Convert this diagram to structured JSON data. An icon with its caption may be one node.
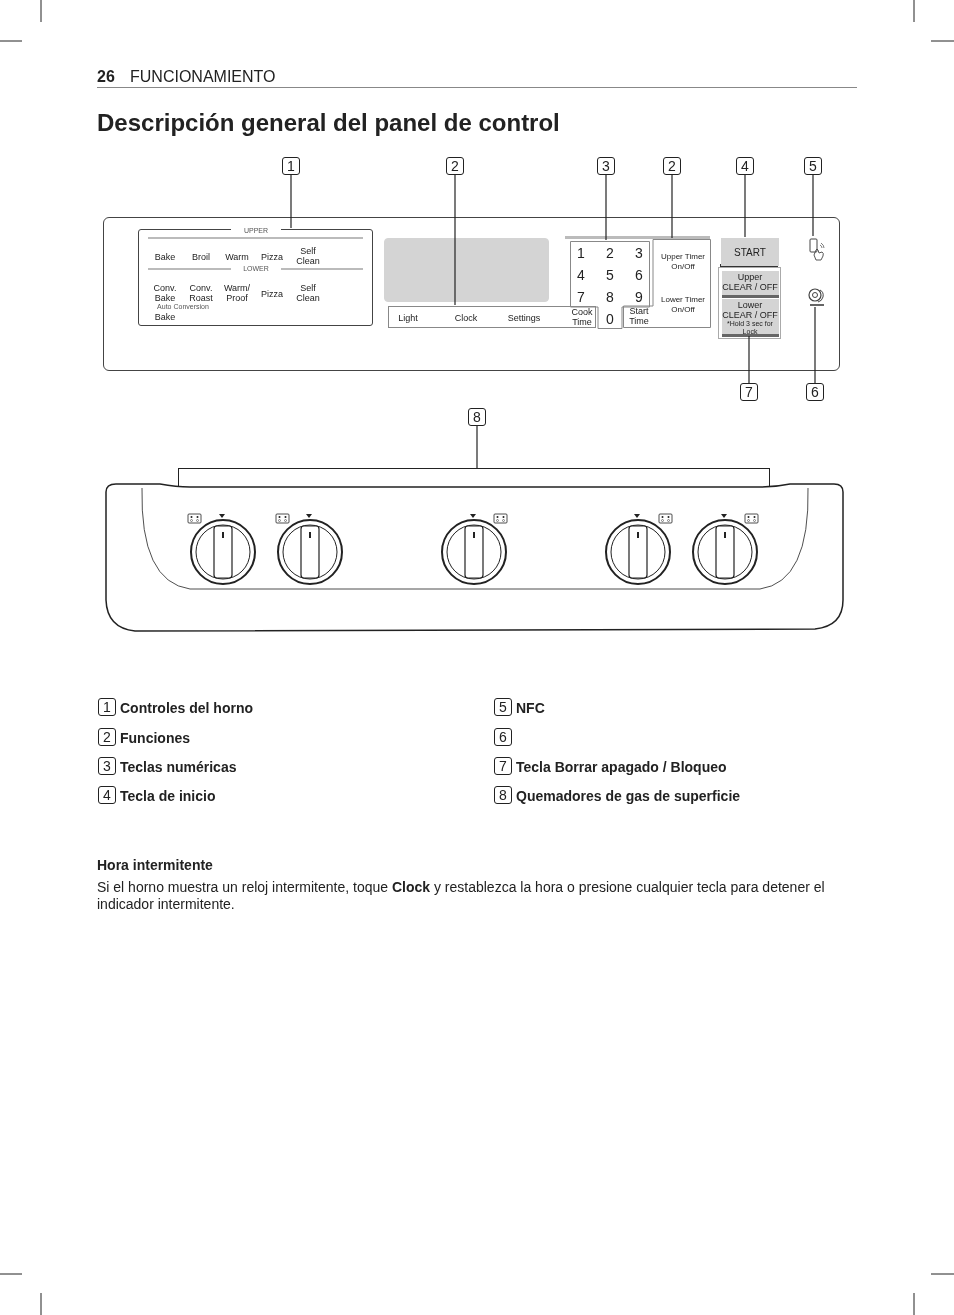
{
  "diagram": {
    "title": "Descripción general del panel de control",
    "nodes": [
      {
        "text": [
          "1"
        ]
      },
      {
        "text": [
          "2"
        ]
      },
      {
        "text": [
          "3"
        ]
      },
      {
        "text": [
          "2"
        ]
      },
      {
        "text": [
          "4"
        ]
      },
      {
        "text": [
          "5"
        ]
      },
      {
        "text": [
          "7"
        ]
      },
      {
        "text": [
          "6"
        ]
      },
      {
        "text": [
          "8"
        ]
      },
      {
        "text": [],
        "shape": "box"
      },
      {
        "text": [],
        "shape": "box",
        "in": 9
      },
      {
        "text": [
          "Light",
          "Clock",
          "Settings",
          "Cook Time"
        ],
        "in": 9
      },
      {
        "text": [
          "1",
          "2",
          "3",
          "4",
          "5",
          "6",
          "7",
          "8",
          "9",
          "0"
        ],
        "in": 9
      },
      {
        "text": [
          "Upper Timer On/Off",
          "Start Time",
          "Lower Timer On/Off"
        ],
        "in": 9
      },
      {
        "text": [
          "START"
        ],
        "in": 9
      },
      {
        "text": [
          "Upper CLEAR / OFF"
        ],
        "in": 9
      },
      {
        "text": [
          "Lower CLEAR / OFF",
          "*Hold 3 sec for Lock"
        ],
        "in": 9
      },
      {
        "text": [],
        "shape": "picture",
        "in": 9
      },
      {
        "text": [],
        "shape": "picture",
        "in": 9
      },
      {
        "text": [],
        "shape": "box"
      },
      {
        "text": [],
        "shape": "box",
        "in": 9
      }
    ],
    "edges": [
      {
        "from": 0,
        "to": 10,
        "arrow": "none"
      },
      {
        "from": 1,
        "to": 11,
        "arrow": "none"
      },
      {
        "from": 2,
        "to": 12,
        "arrow": "none"
      },
      {
        "from": 3,
        "to": 13,
        "arrow": "none"
      },
      {
        "from": 4,
        "to": 14,
        "arrow": "none"
      },
      {
        "from": 5,
        "to": 17,
        "arrow": "none"
      },
      {
        "from": 6,
        "to": 16,
        "arrow": "none"
      },
      {
        "from": 7,
        "to": 18,
        "arrow": "none"
      },
      {
        "from": 8,
        "to": 19,
        "arrow": "none"
      }
    ],
    "labels": [
      "26",
      "FUNCIONAMIENTO",
      "UPPER",
      "Bake",
      "Broil",
      "Warm",
      "Pizza",
      "Self Clean",
      "LOWER",
      "Conv. Bake",
      "Conv. Roast",
      "Warm/ Proof",
      "Pizza",
      "Self Clean",
      "Auto Conversion",
      "Bake",
      "1",
      "Controles del horno",
      "2",
      "Funciones",
      "3",
      "Teclas numéricas",
      "4",
      "Tecla de inicio",
      "5",
      "NFC",
      "6",
      "7",
      "Tecla Borrar apagado / Bloqueo",
      "8",
      "Quemadores de gas de superficie",
      "Hora intermitente",
      "Si el horno muestra un reloj intermitente, toque **Clock** y restablezca la hora o presione cualquier tecla para detener el indicador intermitente."
    ]
  }
}
